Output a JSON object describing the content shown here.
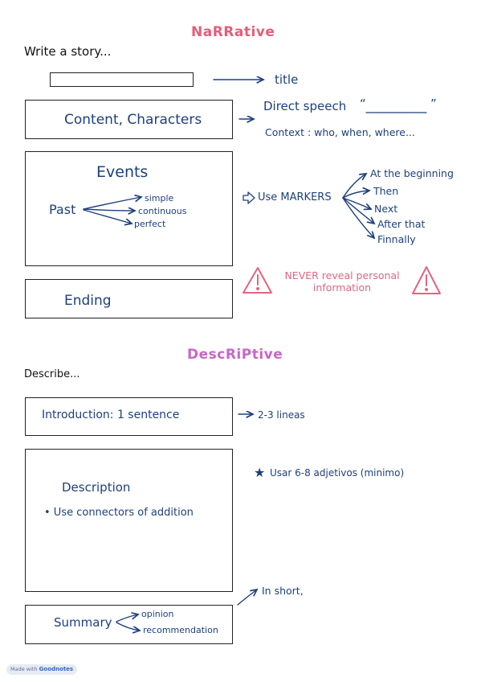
{
  "narrative": {
    "heading": "NaRRative",
    "intro": "Write a story...",
    "title_label": "title",
    "box_content": "Content, Characters",
    "direct_speech": "Direct speech",
    "quote_open": "“",
    "quote_close": "”",
    "context": "Context : who, when, where...",
    "box_events": "Events",
    "past": "Past",
    "tenses": [
      "simple",
      "continuous",
      "perfect"
    ],
    "use_markers": "Use MARKERS",
    "markers": [
      "At the beginning",
      "Then",
      "Next",
      "After that",
      "Finnally"
    ],
    "warning_line1": "NEVER  reveal personal",
    "warning_line2": "information",
    "box_ending": "Ending"
  },
  "descriptive": {
    "heading": "DescRiPtive",
    "intro": "Describe...",
    "box_intro": "Introduction: 1 sentence",
    "intro_note": "2-3 lineas",
    "adjectives_note": "Usar 6-8 adjetivos (minimo)",
    "box_description": "Description",
    "connectors": "• Use connectors of addition",
    "in_short": "In short,",
    "box_summary": "Summary",
    "summary_items": [
      "opinion",
      "recommendation"
    ]
  },
  "footer": {
    "made_with": "Made with",
    "brand": "Goodnotes"
  },
  "colors": {
    "heading_narrative": "#e65c7b",
    "heading_descriptive": "#c866c9",
    "ink_blue": "#1d3f7e",
    "warning_red": "#e06680"
  }
}
